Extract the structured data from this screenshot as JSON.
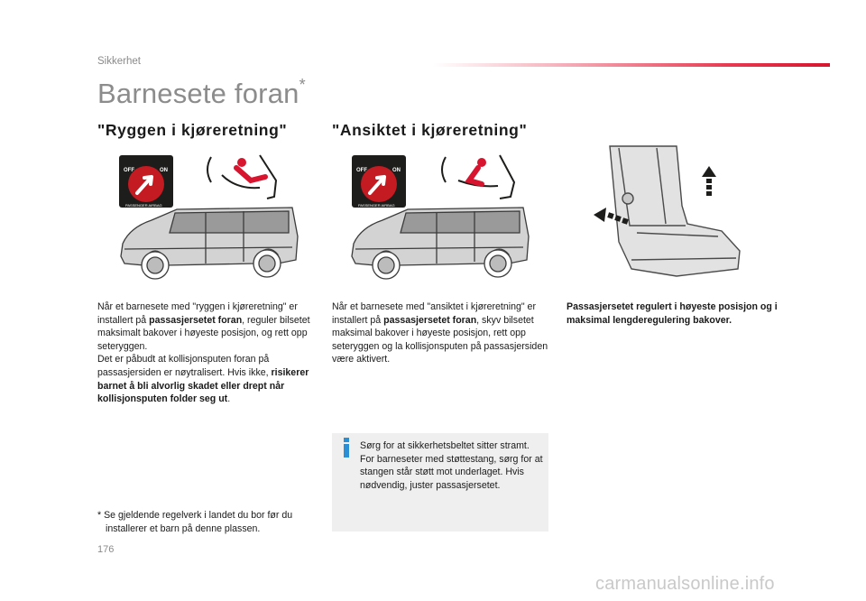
{
  "header": {
    "section": "Sikkerhet",
    "title": "Barnesete foran",
    "title_mark": "*"
  },
  "columns": [
    {
      "title": "\"Ryggen i kjøreretning\"",
      "airbag_label": "PASSENGER AIRBAG",
      "off_label": "OFF",
      "on_label": "ON",
      "paragraph": {
        "s1": "Når et barnesete med \"ryggen i kjøreretning\" er installert på ",
        "b1": "passasjersetet foran",
        "s2": ", reguler bilsetet maksimalt bakover i høyeste posisjon, og rett opp seteryggen.",
        "s3": "Det er påbudt at kollisjonsputen foran på passasjersiden er nøytralisert. Hvis ikke, ",
        "b2": "risikerer barnet å bli alvorlig skadet eller drept når kollisjonsputen folder seg ut",
        "s4": "."
      }
    },
    {
      "title": "\"Ansiktet i kjøreretning\"",
      "airbag_label": "PASSENGER AIRBAG",
      "off_label": "OFF",
      "on_label": "ON",
      "paragraph": {
        "s1": "Når et barnesete med \"ansiktet i kjøreretning\" er installert på ",
        "b1": "passasjersetet foran",
        "s2": ", skyv bilsetet maksimal bakover i høyeste posisjon, rett opp seteryggen og la kollisjonsputen på passasjersiden være aktivert."
      }
    }
  ],
  "seat_caption": "Passasjersetet regulert i høyeste posisjon og i maksimal lengderegulering bakover.",
  "info": "Sørg for at sikkerhetsbeltet sitter stramt. For barneseter med støttestang, sørg for at stangen står støtt mot underlaget. Hvis nødvendig, juster passasjersetet.",
  "footnote": {
    "mark": "*",
    "line1": "Se gjeldende regelverk i landet du bor før du",
    "line2": "installerer et barn på denne plassen."
  },
  "page_number": "176",
  "watermark": "carmanualsonline.info",
  "colors": {
    "accent_red": "#d8152f",
    "airbag_red": "#c41a21",
    "info_blue": "#2b8fd6",
    "title_gray": "#8c8c8c"
  }
}
